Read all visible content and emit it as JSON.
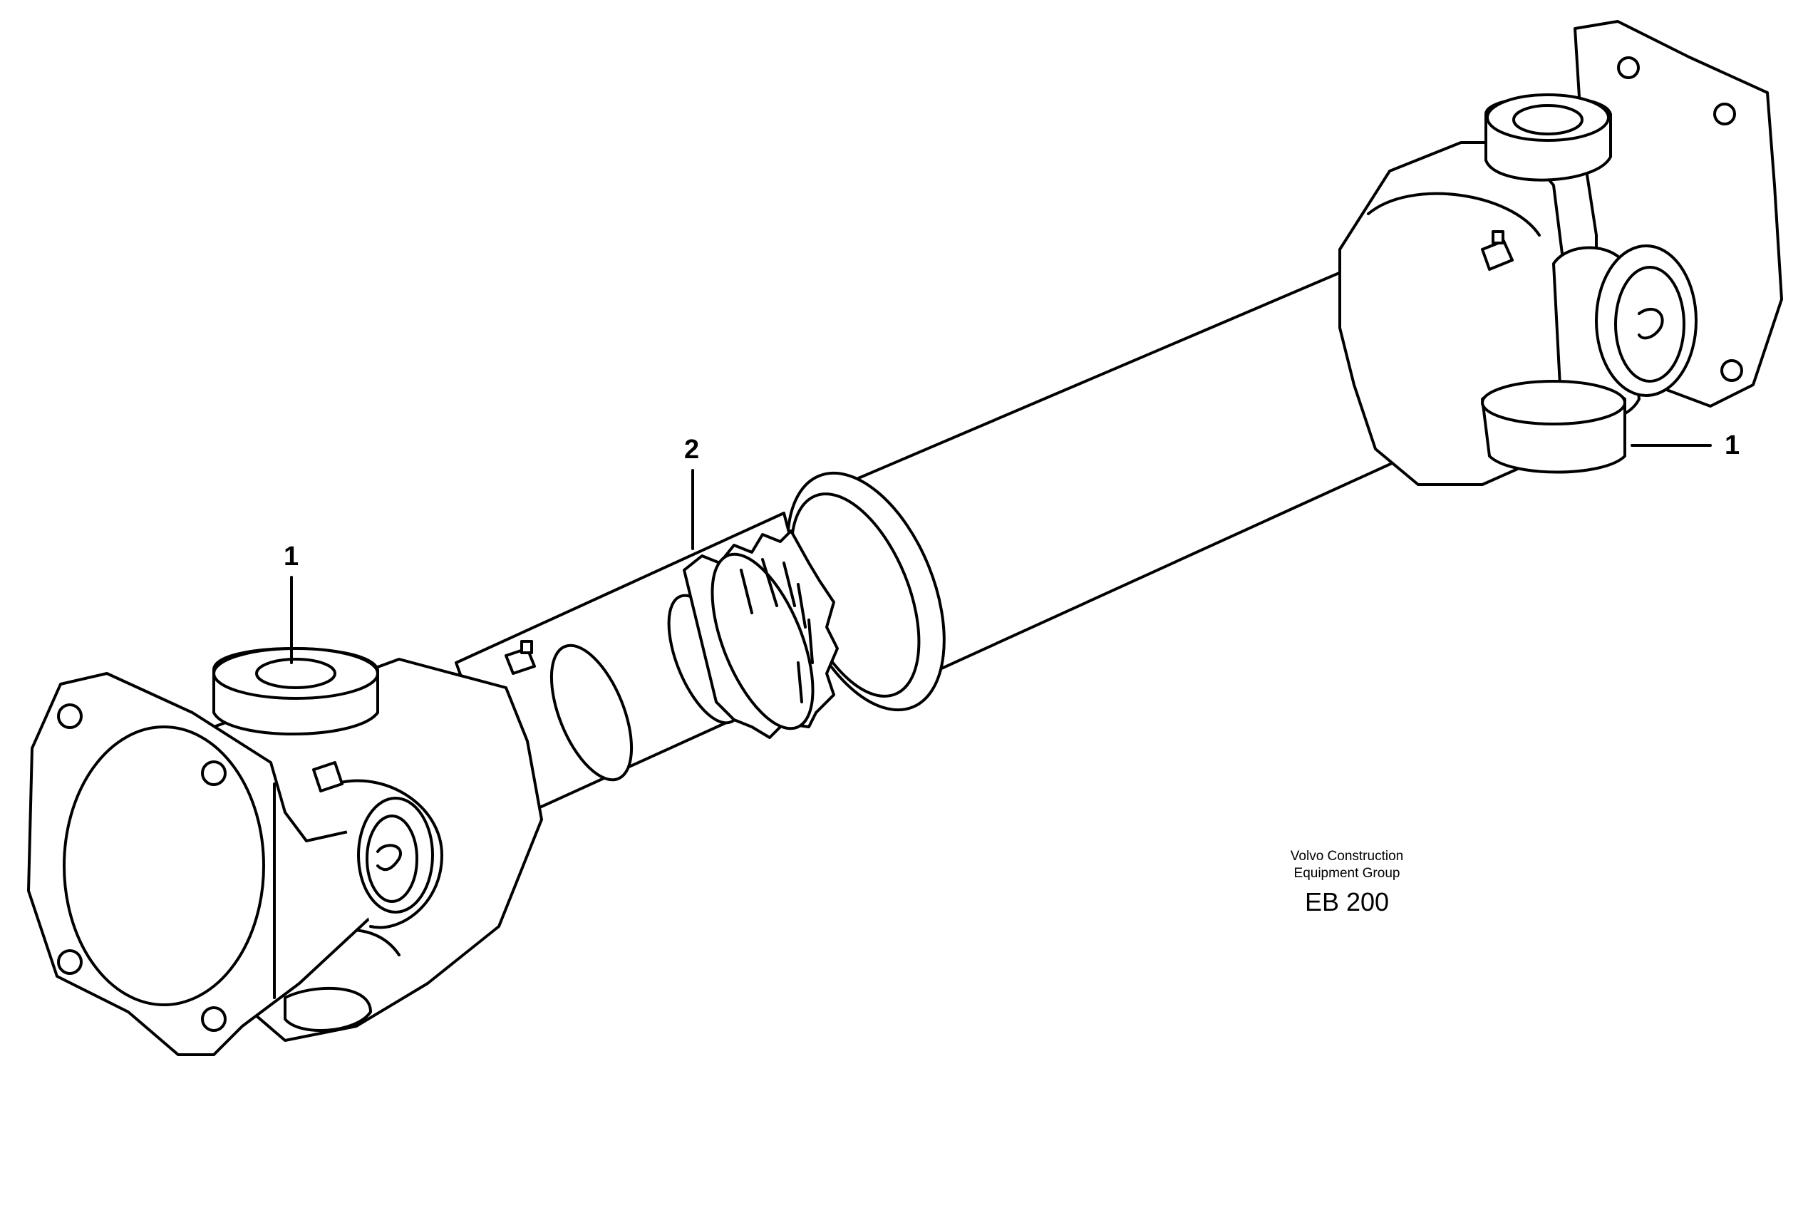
{
  "callouts": [
    {
      "id": "left-joint",
      "label": "1"
    },
    {
      "id": "slip-joint",
      "label": "2"
    },
    {
      "id": "right-joint",
      "label": "1"
    }
  ],
  "caption": {
    "line1": "Volvo Construction",
    "line2": "Equipment Group",
    "code": "EB 200"
  },
  "colors": {
    "line": "#000000",
    "background": "#ffffff"
  }
}
